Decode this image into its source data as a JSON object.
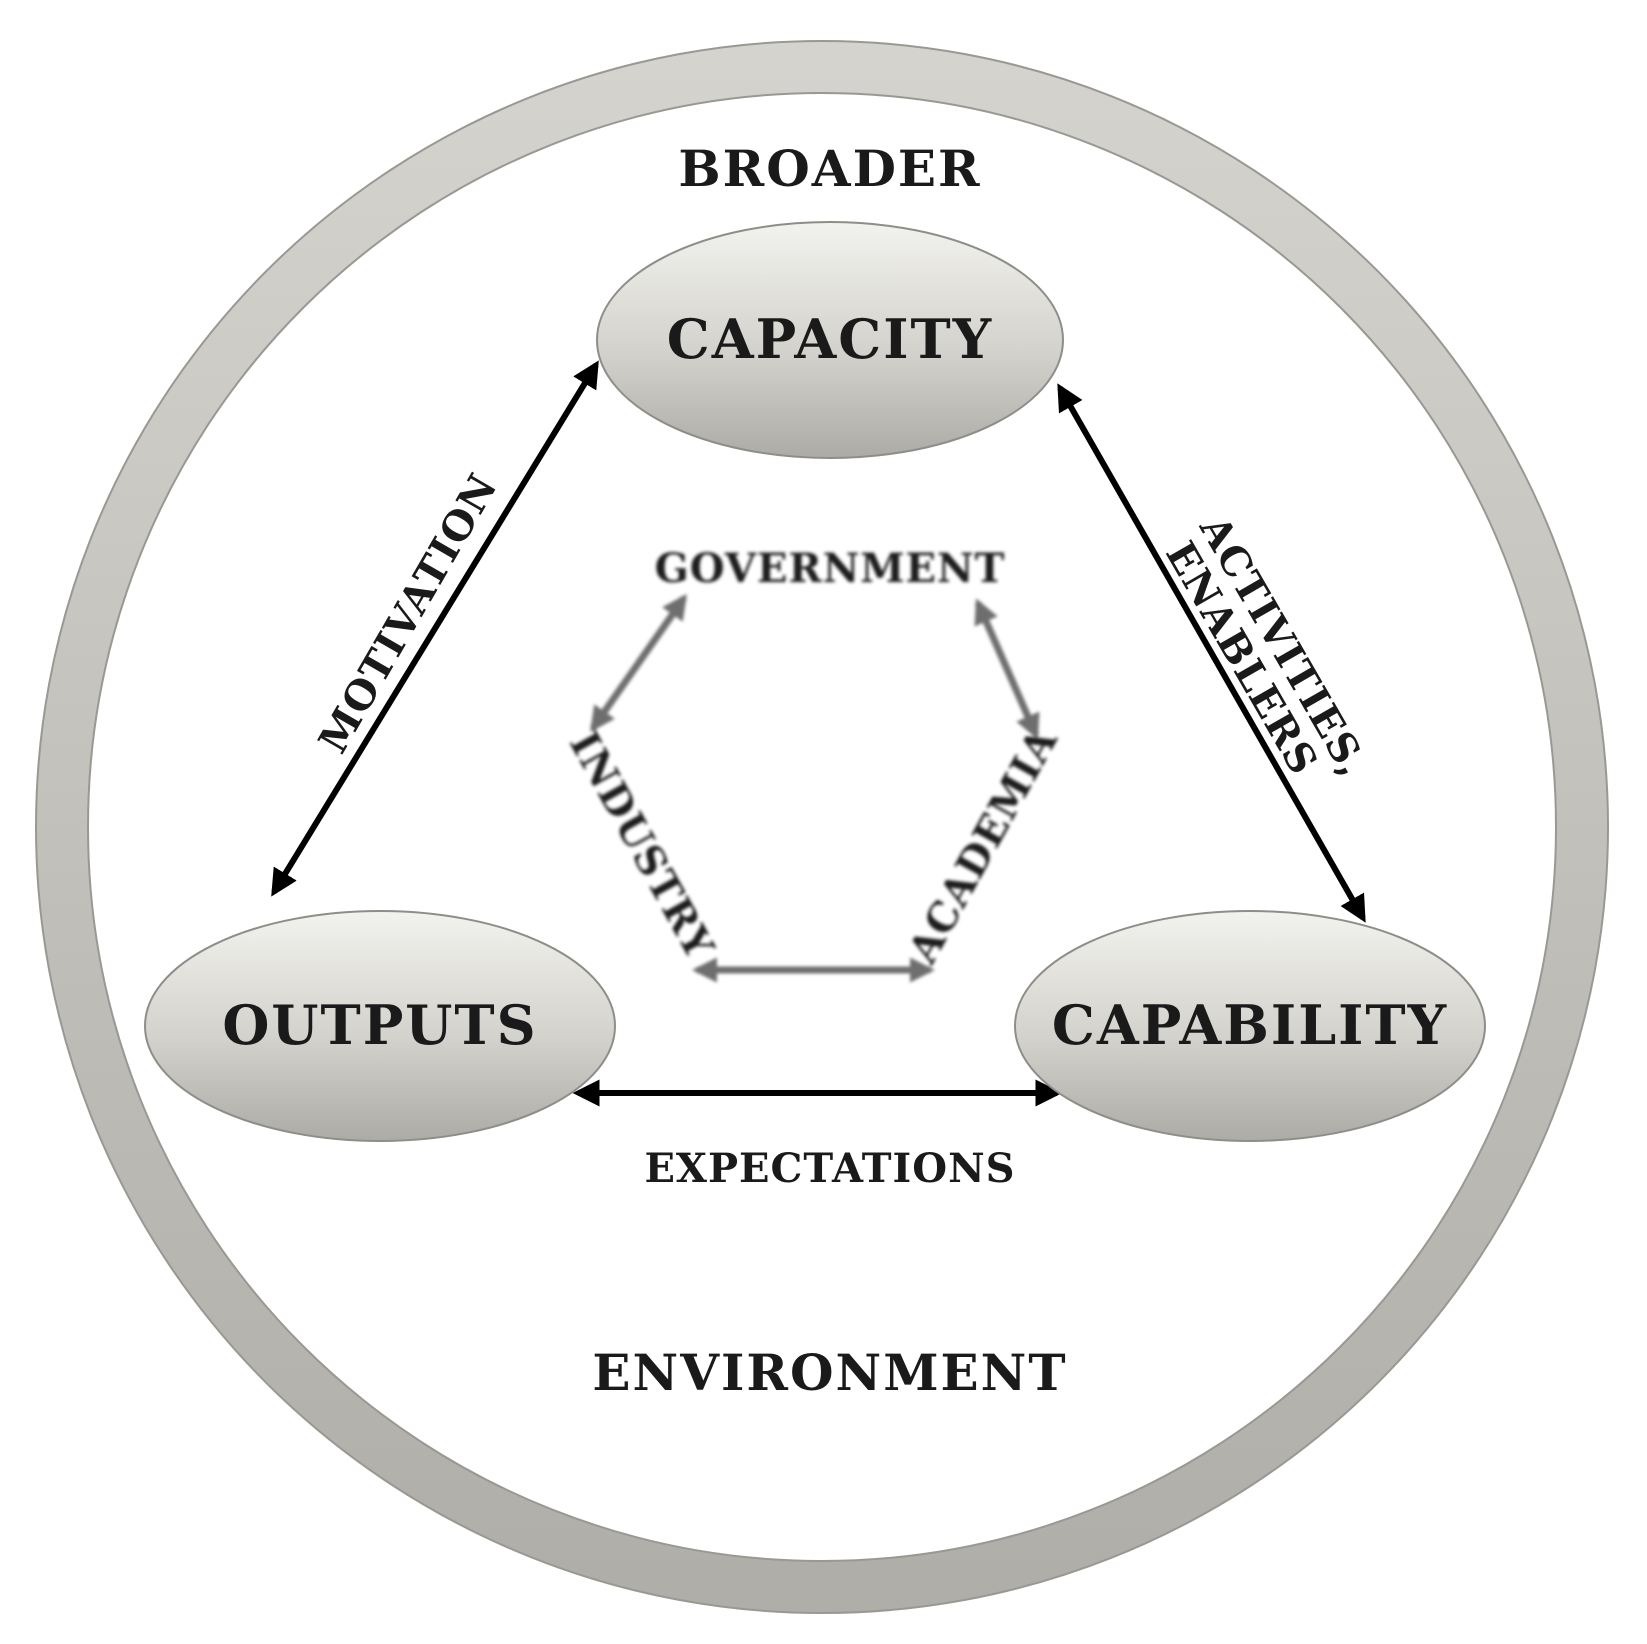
{
  "environment": {
    "top_label": "BROADER",
    "bottom_label": "ENVIRONMENT"
  },
  "nodes": {
    "capacity": "CAPACITY",
    "outputs": "OUTPUTS",
    "capability": "CAPABILITY"
  },
  "edges": {
    "motivation": "MOTIVATION",
    "activities_line1": "ACTIVITIES,",
    "activities_line2": "ENABLERS",
    "expectations": "EXPECTATIONS"
  },
  "actors": {
    "government": "GOVERNMENT",
    "industry": "INDUSTRY",
    "academia": "ACADEMIA"
  },
  "colors": {
    "ring": "#b8b6b0",
    "ring_stroke": "#8f8d88",
    "node_fill_top": "#efefeb",
    "node_fill_bottom": "#b4b3ae",
    "node_stroke": "#8f8d88",
    "arrow_dark": "#000000",
    "arrow_grey": "#6e6e6e"
  }
}
